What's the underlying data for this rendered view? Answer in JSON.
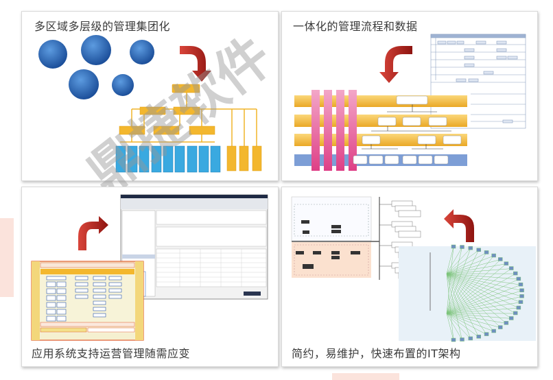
{
  "panels": [
    {
      "title": "多区域多层级的管理集团化"
    },
    {
      "title": "一体化的管理流程和数据"
    },
    {
      "title": "应用系统支持运营管理随需应变"
    },
    {
      "title": "简约，易维护，快速布置的IT架构"
    }
  ],
  "watermark": "鼎捷软件",
  "colors": {
    "blue_circle": "#2f6fbf",
    "red_arrow": "#b5221c",
    "org_orange": "#f3b72e",
    "org_blue": "#3aa9e0",
    "pink_bar": "#e24d8f",
    "band_orange": "#f5c04a",
    "band_blue": "#7d9ed6"
  }
}
